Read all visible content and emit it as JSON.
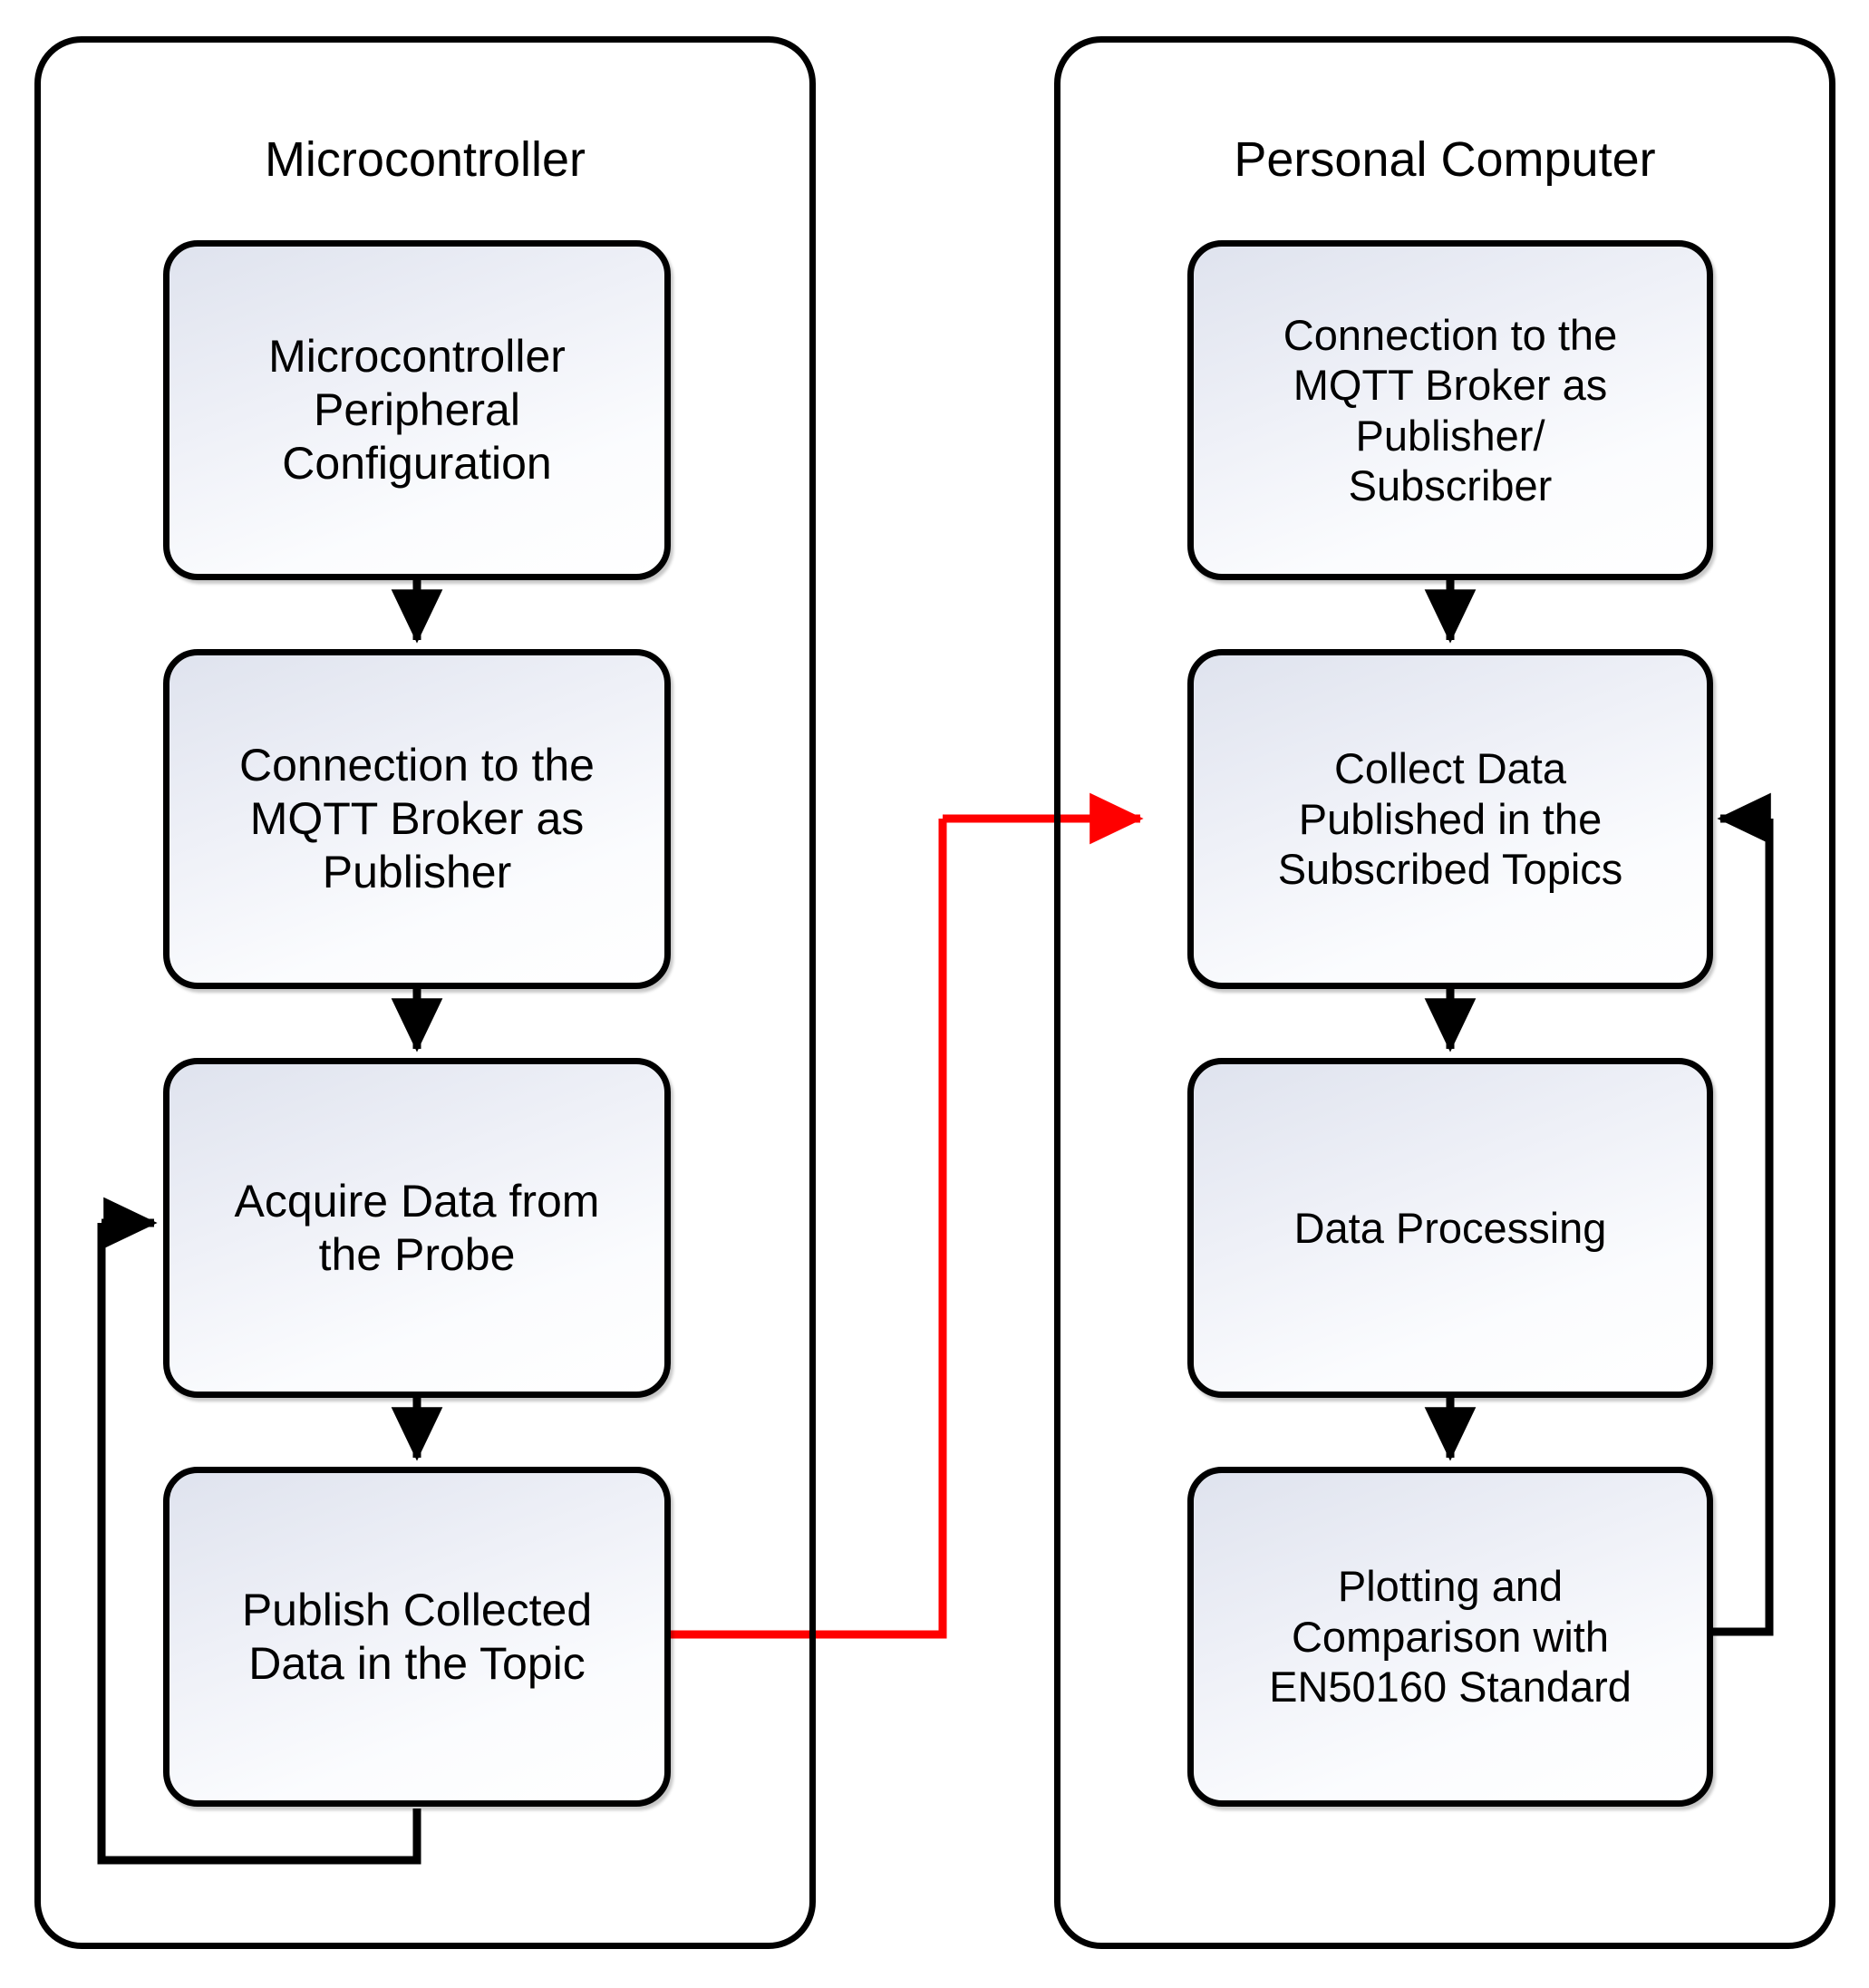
{
  "diagram": {
    "title_left": "Microcontroller",
    "title_right": "Personal Computer",
    "colors": {
      "stroke": "#000000",
      "highlight_flow": "#FF0000",
      "node_fill_top": "#DFE3EE",
      "node_fill_bottom": "#FFFFFF",
      "background": "#FFFFFF"
    },
    "groups": [
      {
        "id": "microcontroller",
        "title": "Microcontroller",
        "nodes": [
          {
            "id": "mcu-peripheral-config",
            "label": "Microcontroller\nPeripheral\nConfiguration"
          },
          {
            "id": "mcu-mqtt-connect",
            "label": "Connection to the\nMQTT Broker as\nPublisher"
          },
          {
            "id": "mcu-acquire-data",
            "label": "Acquire Data from\nthe Probe"
          },
          {
            "id": "mcu-publish-data",
            "label": "Publish Collected\nData in the Topic"
          }
        ]
      },
      {
        "id": "personal-computer",
        "title": "Personal Computer",
        "nodes": [
          {
            "id": "pc-mqtt-connect",
            "label": "Connection to the\nMQTT Broker as\nPublisher/\nSubscriber"
          },
          {
            "id": "pc-collect-data",
            "label": "Collect Data\nPublished in the\nSubscribed Topics"
          },
          {
            "id": "pc-data-processing",
            "label": "Data Processing"
          },
          {
            "id": "pc-plotting",
            "label": "Plotting and\nComparison with\nEN50160 Standard"
          }
        ]
      }
    ],
    "edges": [
      {
        "id": "edge-config-to-connect",
        "from": "mcu-peripheral-config",
        "to": "mcu-mqtt-connect",
        "style": "black-arrow"
      },
      {
        "id": "edge-connect-to-acquire",
        "from": "mcu-mqtt-connect",
        "to": "mcu-acquire-data",
        "style": "black-arrow"
      },
      {
        "id": "edge-acquire-to-publish",
        "from": "mcu-acquire-data",
        "to": "mcu-publish-data",
        "style": "black-arrow"
      },
      {
        "id": "edge-publish-loop-back",
        "from": "mcu-publish-data",
        "to": "mcu-acquire-data",
        "style": "black-arrow-loop"
      },
      {
        "id": "edge-mqtt-transfer",
        "from": "mcu-publish-data",
        "to": "pc-collect-data",
        "style": "red-arrow"
      },
      {
        "id": "edge-pcconnect-to-collect",
        "from": "pc-mqtt-connect",
        "to": "pc-collect-data",
        "style": "black-arrow"
      },
      {
        "id": "edge-collect-to-processing",
        "from": "pc-collect-data",
        "to": "pc-data-processing",
        "style": "black-arrow"
      },
      {
        "id": "edge-processing-to-plotting",
        "from": "pc-data-processing",
        "to": "pc-plotting",
        "style": "black-arrow"
      },
      {
        "id": "edge-plotting-loop-back",
        "from": "pc-plotting",
        "to": "pc-collect-data",
        "style": "black-arrow-loop"
      }
    ]
  }
}
